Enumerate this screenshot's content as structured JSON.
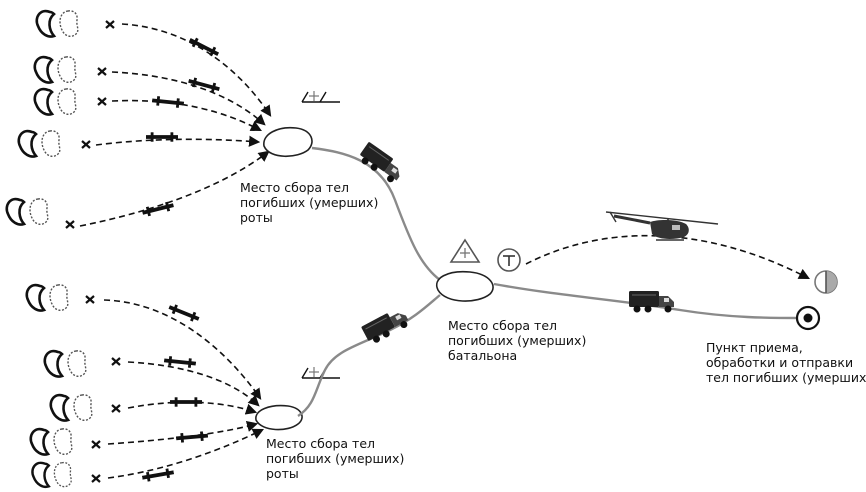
{
  "labels": {
    "company_top": [
      "Место сбора тел",
      "погибших (умерших)",
      "роты"
    ],
    "company_bottom": [
      "Место сбора тел",
      "погибших (умерших)",
      "роты"
    ],
    "battalion": [
      "Место сбора тел",
      "погибших (умерших)",
      "батальона"
    ],
    "receiving_point": [
      "Пункт приема,",
      "обработки и отправки",
      "тел погибших (умерших)"
    ]
  },
  "icons": {
    "soldier": "fallen-soldier-icon",
    "cross_mark": "x-mark-icon",
    "stretcher": "stretcher-icon",
    "truck": "truck-icon",
    "helicopter": "helicopter-icon",
    "medical_post": "medical-cross-flag-icon",
    "battalion_marker": "triangle-cross-icon",
    "t_marker": "t-circle-icon",
    "target": "target-icon",
    "half_circle": "half-circle-icon"
  },
  "colors": {
    "line": "#111111",
    "road": "#8a8a8a",
    "background": "#ffffff"
  }
}
